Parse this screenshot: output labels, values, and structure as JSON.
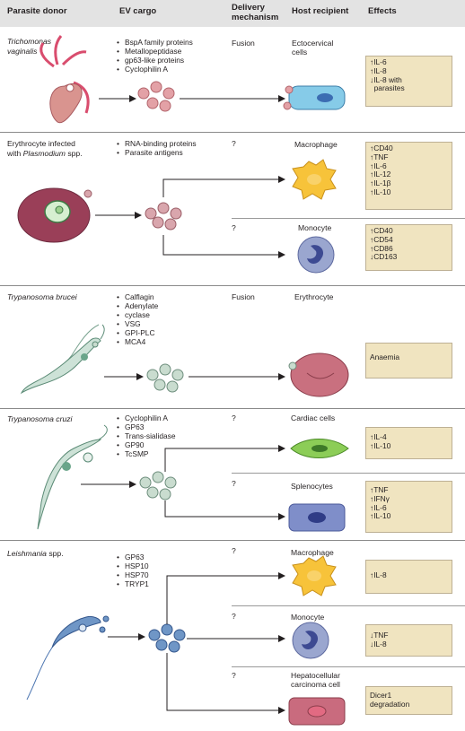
{
  "headers": {
    "donor": "Parasite donor",
    "cargo": "EV cargo",
    "delivery_line1": "Delivery",
    "delivery_line2": "mechanism",
    "host": "Host recipient",
    "effects": "Effects"
  },
  "rows": [
    {
      "donor_line1": "Trichomonas",
      "donor_line2": "vaginalis",
      "cargo": [
        "BspA family proteins",
        "Metallopeptidase",
        "gp63-like proteins",
        "Cyclophilin A"
      ],
      "mechanism": "Fusion",
      "host_line1": "Ectocervical",
      "host_line2": "cells",
      "effects": [
        "↑IL-6",
        "↑IL-8",
        "↓IL-8 with",
        "  parasites"
      ]
    },
    {
      "donor_line1": "Erythrocyte infected",
      "donor_line2_prefix": "with ",
      "donor_line2_italic": "Plasmodium",
      "donor_line2_suffix": " spp.",
      "cargo": [
        "RNA-binding proteins",
        "Parasite antigens"
      ],
      "targets": [
        {
          "mechanism": "?",
          "host": "Macrophage",
          "effects": [
            "↑CD40",
            "↑TNF",
            "↑IL-6",
            "↑IL-12",
            "↑IL-1β",
            "↑IL-10"
          ]
        },
        {
          "mechanism": "?",
          "host": "Monocyte",
          "effects": [
            "↑CD40",
            "↑CD54",
            "↑CD86",
            "↓CD163"
          ]
        }
      ]
    },
    {
      "donor": "Trypanosoma brucei",
      "cargo": [
        "Calflagin",
        "Adenylate",
        "cyclase",
        "VSG",
        "GPI-PLC",
        "MCA4"
      ],
      "mechanism": "Fusion",
      "host": "Erythrocyte",
      "effects": [
        "Anaemia"
      ]
    },
    {
      "donor": "Trypanosoma cruzi",
      "cargo": [
        "Cyclophilin A",
        "GP63",
        "Trans-sialidase",
        "GP90",
        "TcSMP"
      ],
      "targets": [
        {
          "mechanism": "?",
          "host": "Cardiac cells",
          "effects": [
            "↑IL-4",
            "↑IL-10"
          ]
        },
        {
          "mechanism": "?",
          "host": "Splenocytes",
          "effects": [
            "↑TNF",
            "↑IFNγ",
            "↑IL-6",
            "↑IL-10"
          ]
        }
      ]
    },
    {
      "donor_italic": "Leishmania",
      "donor_suffix": " spp.",
      "cargo": [
        "GP63",
        "HSP10",
        "HSP70",
        "TRYP1"
      ],
      "targets": [
        {
          "mechanism": "?",
          "host": "Macrophage",
          "effects": [
            "↑IL-8"
          ]
        },
        {
          "mechanism": "?",
          "host": "Monocyte",
          "effects": [
            "↓TNF",
            "↓IL-8"
          ]
        },
        {
          "mechanism": "?",
          "host_line1": "Hepatocellular",
          "host_line2": "carcinoma cell",
          "effects": [
            "Dicer1",
            "degradation"
          ]
        }
      ]
    }
  ],
  "colors": {
    "header_bg": "#e3e3e3",
    "effect_box": "#f0e4c0",
    "trichomonas": "#d9948f",
    "ev_trichomonas": "#e3a1a6",
    "ev_plasmodium": "#d9a6ad",
    "ev_trypanosoma": "#c9dccf",
    "ev_leishmania": "#6f96c6",
    "epithelial_cell": "#86cbe8",
    "macrophage": "#f7c33a",
    "monocyte": "#9aa6cf",
    "erythrocyte": "#c9707f",
    "cardiac_cell": "#8ccd57",
    "splenocyte": "#7f8ec9",
    "hepatocyte": "#c96b7e",
    "trypanosoma_body": "#cde2d7"
  }
}
